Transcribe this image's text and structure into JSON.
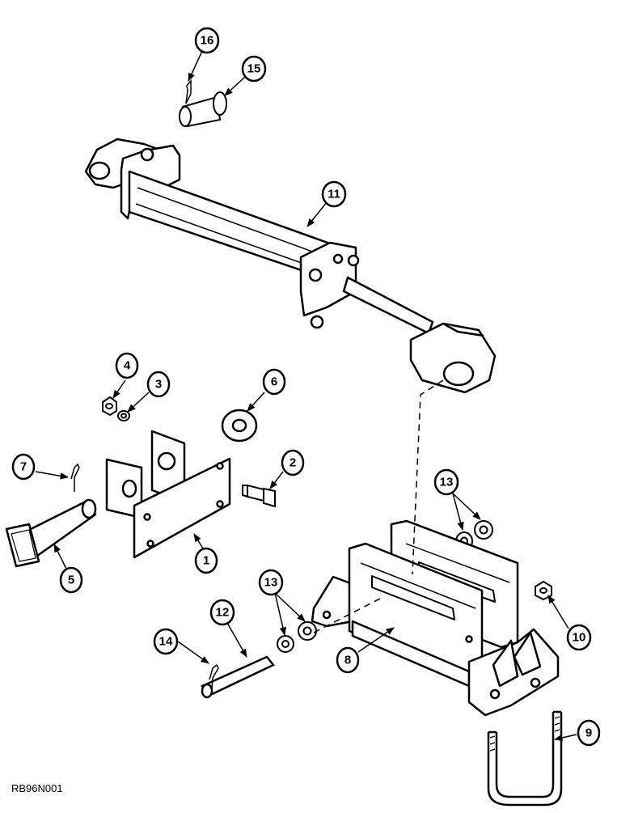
{
  "drawing": {
    "reference_code": "RB96N001"
  },
  "callouts": [
    {
      "id": "c16",
      "label": "16"
    },
    {
      "id": "c15",
      "label": "15"
    },
    {
      "id": "c11",
      "label": "11"
    },
    {
      "id": "c4",
      "label": "4"
    },
    {
      "id": "c3",
      "label": "3"
    },
    {
      "id": "c6",
      "label": "6"
    },
    {
      "id": "c7",
      "label": "7"
    },
    {
      "id": "c2",
      "label": "2"
    },
    {
      "id": "c1",
      "label": "1"
    },
    {
      "id": "c5",
      "label": "5"
    },
    {
      "id": "c13a",
      "label": "13"
    },
    {
      "id": "c13b",
      "label": "13"
    },
    {
      "id": "c12",
      "label": "12"
    },
    {
      "id": "c14",
      "label": "14"
    },
    {
      "id": "c8",
      "label": "8"
    },
    {
      "id": "c10",
      "label": "10"
    },
    {
      "id": "c9",
      "label": "9"
    }
  ]
}
